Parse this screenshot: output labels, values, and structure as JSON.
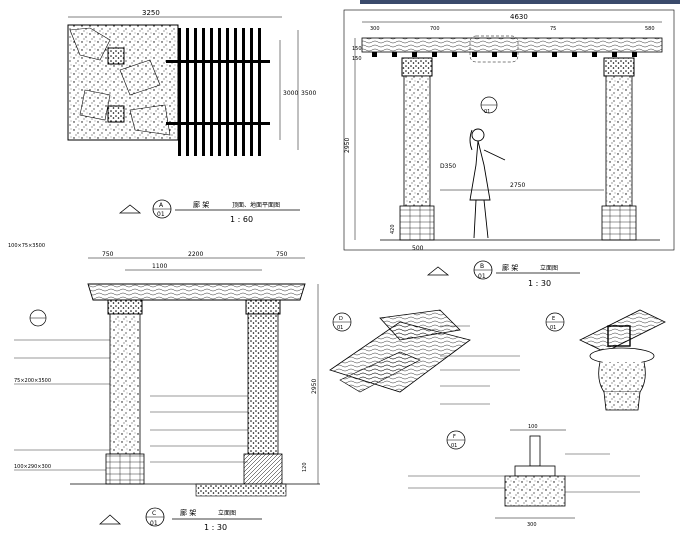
{
  "colors": {
    "ink": "#000000",
    "paper": "#ffffff",
    "topbar": "#3a4a6b",
    "stone": "#e9e9e9"
  },
  "plan": {
    "dim_width": "3250",
    "dim_depth_inner": "3000",
    "dim_depth_outer": "3500",
    "title_cn": "廊  架",
    "title_sub_cn": "顶面、地面平面图",
    "ref_letter": "A",
    "ref_num": "01",
    "scale": "1 : 60"
  },
  "side_elev": {
    "dim_width": "4630",
    "dim_span": "2750",
    "dim_height": "2950",
    "dim_col": "500",
    "dim_base": "420",
    "dim_d": "D350",
    "top_dims": [
      "300",
      "700",
      "75",
      "580"
    ],
    "side_dims": [
      "150",
      "150"
    ],
    "detail_ref": "01",
    "title_cn": "廊  架",
    "title_sub_cn": "立面图",
    "ref_letter": "B",
    "ref_num": "01",
    "scale": "1 : 30"
  },
  "front_elev": {
    "dim_total": "2200",
    "dim_inner": "1100",
    "dim_left": "750",
    "dim_right": "750",
    "dim_height": "2950",
    "dim_base": "120",
    "beam_spec": "100×75×3500",
    "beam_spec2": "75×200×3500",
    "base_spec": "100×290×300",
    "title_cn": "廊  架",
    "title_sub_cn": "立面图",
    "ref_letter": "C",
    "ref_num": "01",
    "scale": "1 : 30"
  },
  "details": {
    "d1_ref_letter": "D",
    "d1_ref_num": "01",
    "d2_ref_letter": "E",
    "d2_ref_num": "01",
    "d3_ref_letter": "F",
    "d3_ref_num": "01",
    "d3_dims": [
      "100",
      "300"
    ]
  }
}
